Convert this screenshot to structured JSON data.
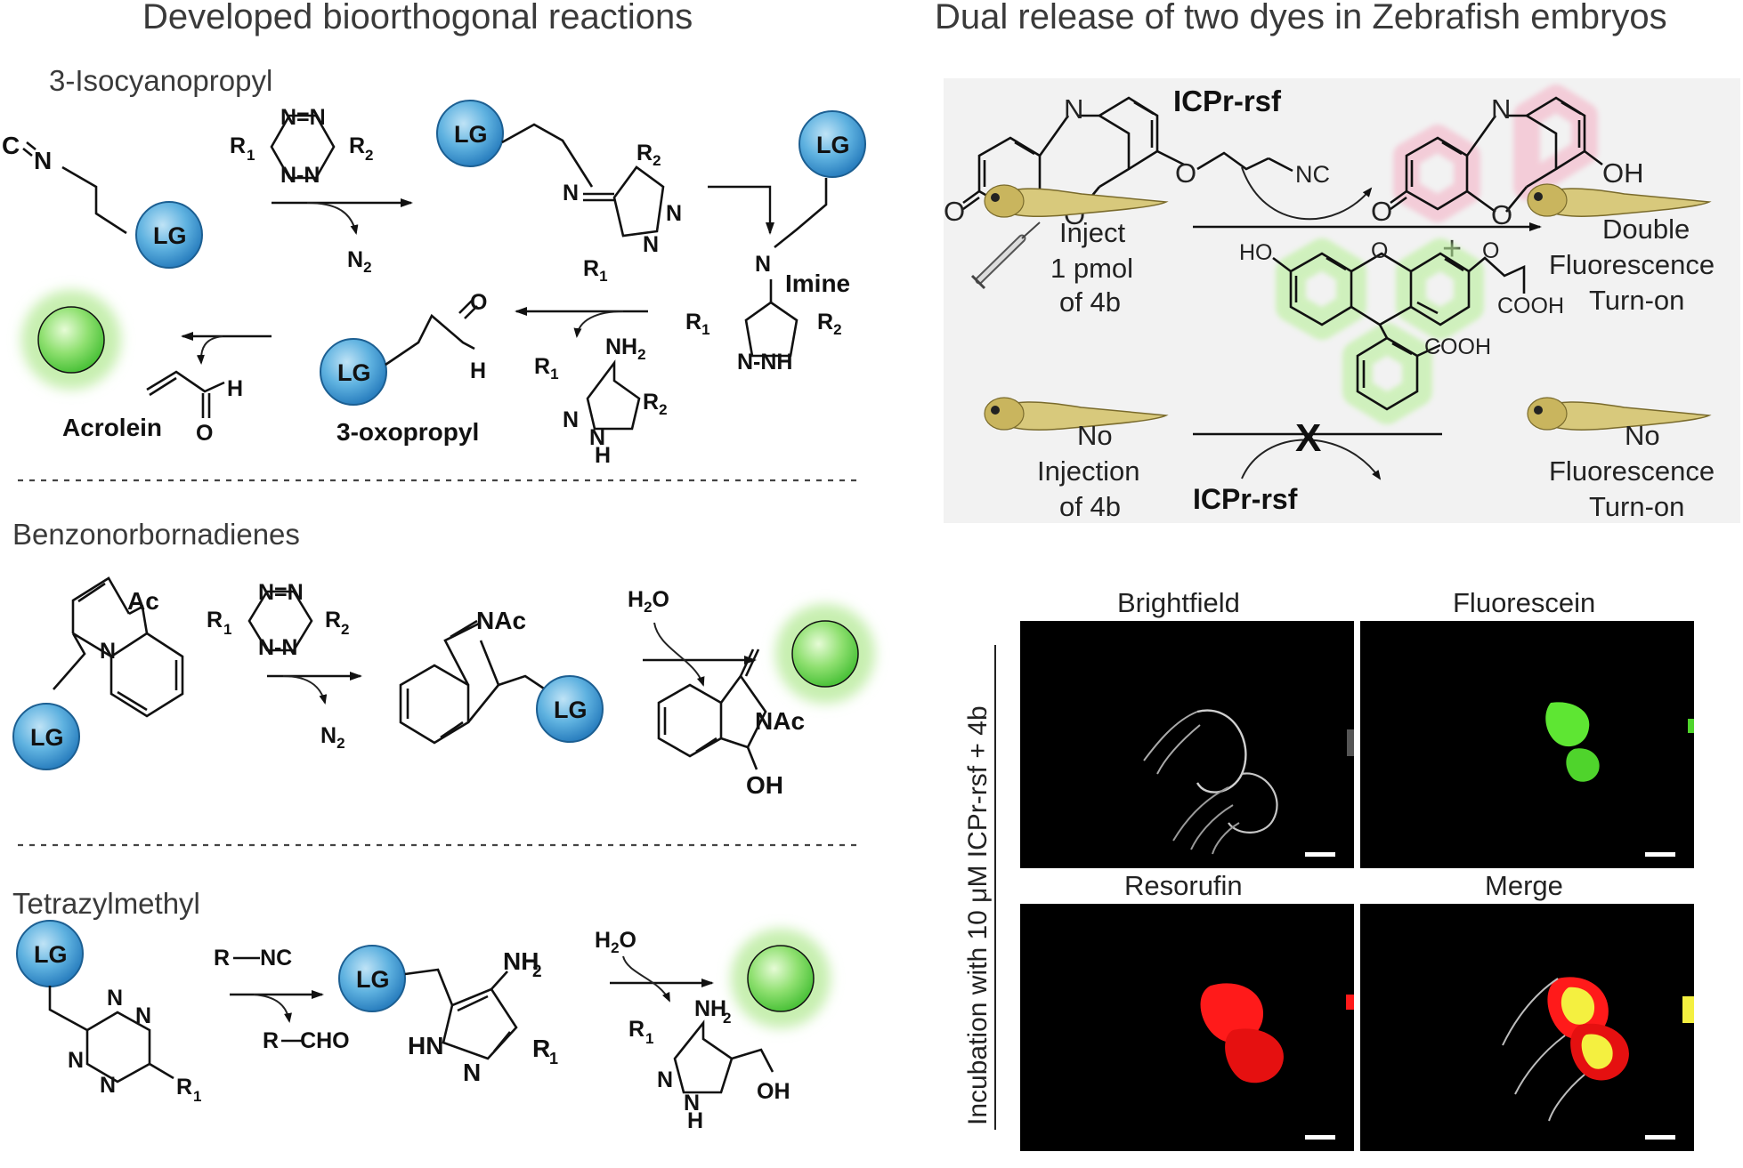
{
  "headings": {
    "left": "Developed bioorthogonal reactions",
    "right": "Dual release of two dyes in Zebrafish embryos"
  },
  "sections": {
    "isocyano": "3-Isocyanopropyl",
    "benzo": "Benzonorbornadienes",
    "tetrazyl": "Tetrazylmethyl"
  },
  "labels": {
    "lg": "LG",
    "n2": "N",
    "n2_sub": "2",
    "imine": "Imine",
    "acrolein": "Acrolein",
    "oxopropyl": "3-oxopropyl",
    "h2o": "H",
    "h2o_sub": "2",
    "h2o_tail": "O",
    "r_nc": "R",
    "r_nc_tail": "NC",
    "r_cho": "R",
    "r_cho_tail": "CHO",
    "nh2": "NH",
    "nh2_sub": "2",
    "nac": "NAc",
    "ac": "Ac",
    "oh": "OH",
    "cyan_c": "C",
    "cyan_n": "N",
    "r1": "R",
    "r1_sub": "1",
    "r2": "R",
    "r2_sub": "2"
  },
  "right_panel": {
    "probe": "ICPr-rsf",
    "nc": "NC",
    "ho": "HO",
    "oh": "OH",
    "o": "O",
    "n": "N",
    "cooh": "COOH",
    "plus": "+",
    "x_mark": "X",
    "inject_lines": [
      "Inject",
      "1 pmol",
      "of 4b"
    ],
    "no_inject_lines": [
      "No",
      "Injection",
      "of 4b"
    ],
    "double_lines": [
      "Double",
      "Fluorescence",
      "Turn-on"
    ],
    "no_fluor_lines": [
      "No",
      "Fluorescence",
      "Turn-on"
    ],
    "probe_bottom": "ICPr-rsf"
  },
  "imaging": {
    "vertical_label": "Incubation with 10 μM ICPr-rsf + 4b",
    "panels": [
      "Brightfield",
      "Fluorescein",
      "Resorufin",
      "Merge"
    ]
  },
  "colors": {
    "lg_fill": "#5aaedc",
    "lg_fill_dark": "#2f86c4",
    "dye_green": "#63d64a",
    "green_glow": "#c8f2b0",
    "pink_glow": "#f6c2d2",
    "panel_bg": "#f2f2f2",
    "red_fluor": "#ff1a1a",
    "yellow_fluor": "#f4f040"
  }
}
